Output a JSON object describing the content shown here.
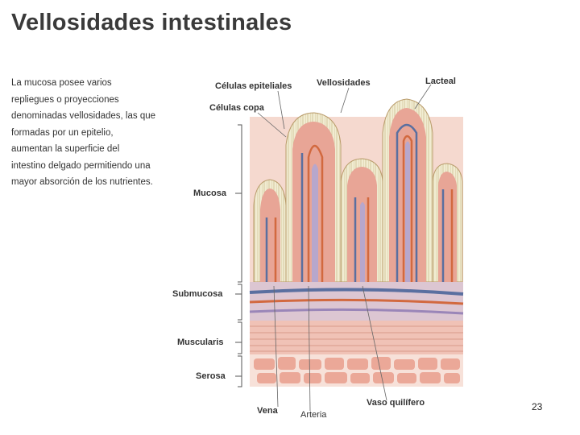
{
  "slide": {
    "title": "Vellosidades intestinales",
    "description": "La mucosa posee varios repliegues o proyecciones denominadas vellosidades, las que formadas por un epitelio, aumentan la superficie del intestino delgado permitiendo una mayor absorción de los nutrientes.",
    "page_number": "23"
  },
  "diagram": {
    "labels": {
      "celulas_epiteliales": "Células epiteliales",
      "vellosidades": "Vellosidades",
      "lacteal": "Lacteal",
      "celulas_copa": "Células copa",
      "mucosa": "Mucosa",
      "submucosa": "Submucosa",
      "muscularis": "Muscularis",
      "serosa": "Serosa",
      "vena": "Vena",
      "arteria": "Arteria",
      "vaso_quilifero": "Vaso quilífero"
    },
    "colors": {
      "villus_tissue": "#e8a596",
      "epithelium": "#f1ecd2",
      "vein": "#5a6fa0",
      "artery": "#d2693f",
      "lacteal": "#b7a7cc",
      "muscularis": "#f0c2b6",
      "serosa": "#eba898"
    }
  }
}
